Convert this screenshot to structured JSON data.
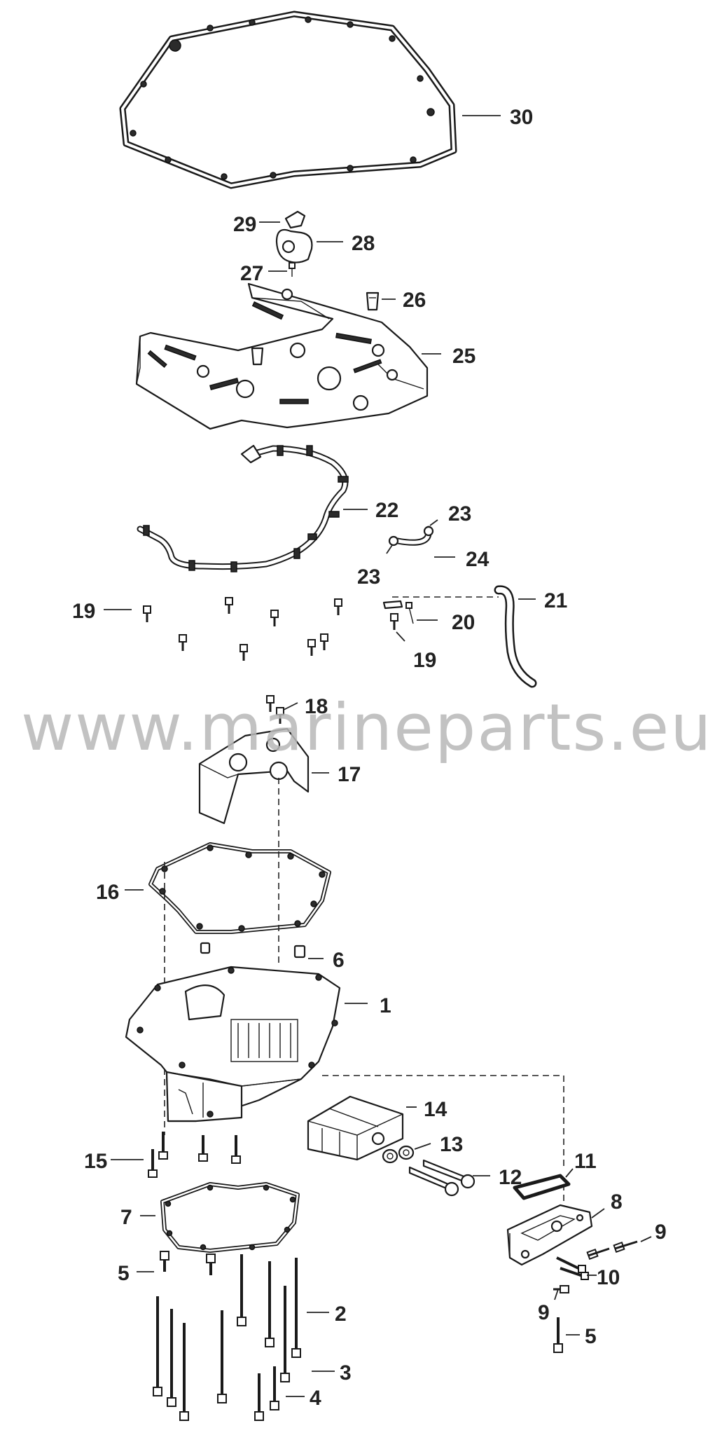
{
  "watermark": "www.marineparts.eu",
  "callouts": [
    {
      "id": "c30",
      "label": "30"
    },
    {
      "id": "c29",
      "label": "29"
    },
    {
      "id": "c28",
      "label": "28"
    },
    {
      "id": "c27",
      "label": "27"
    },
    {
      "id": "c26",
      "label": "26"
    },
    {
      "id": "c25",
      "label": "25"
    },
    {
      "id": "c22",
      "label": "22"
    },
    {
      "id": "c23a",
      "label": "23"
    },
    {
      "id": "c23b",
      "label": "23"
    },
    {
      "id": "c24",
      "label": "24"
    },
    {
      "id": "c21",
      "label": "21"
    },
    {
      "id": "c19a",
      "label": "19"
    },
    {
      "id": "c20",
      "label": "20"
    },
    {
      "id": "c19b",
      "label": "19"
    },
    {
      "id": "c18",
      "label": "18"
    },
    {
      "id": "c17",
      "label": "17"
    },
    {
      "id": "c16",
      "label": "16"
    },
    {
      "id": "c6",
      "label": "6"
    },
    {
      "id": "c1",
      "label": "1"
    },
    {
      "id": "c14",
      "label": "14"
    },
    {
      "id": "c13",
      "label": "13"
    },
    {
      "id": "c15",
      "label": "15"
    },
    {
      "id": "c12",
      "label": "12"
    },
    {
      "id": "c11",
      "label": "11"
    },
    {
      "id": "c8",
      "label": "8"
    },
    {
      "id": "c7",
      "label": "7"
    },
    {
      "id": "c9a",
      "label": "9"
    },
    {
      "id": "c5a",
      "label": "5"
    },
    {
      "id": "c10",
      "label": "10"
    },
    {
      "id": "c2",
      "label": "2"
    },
    {
      "id": "c9b",
      "label": "9"
    },
    {
      "id": "c5b",
      "label": "5"
    },
    {
      "id": "c3",
      "label": "3"
    },
    {
      "id": "c4",
      "label": "4"
    }
  ]
}
